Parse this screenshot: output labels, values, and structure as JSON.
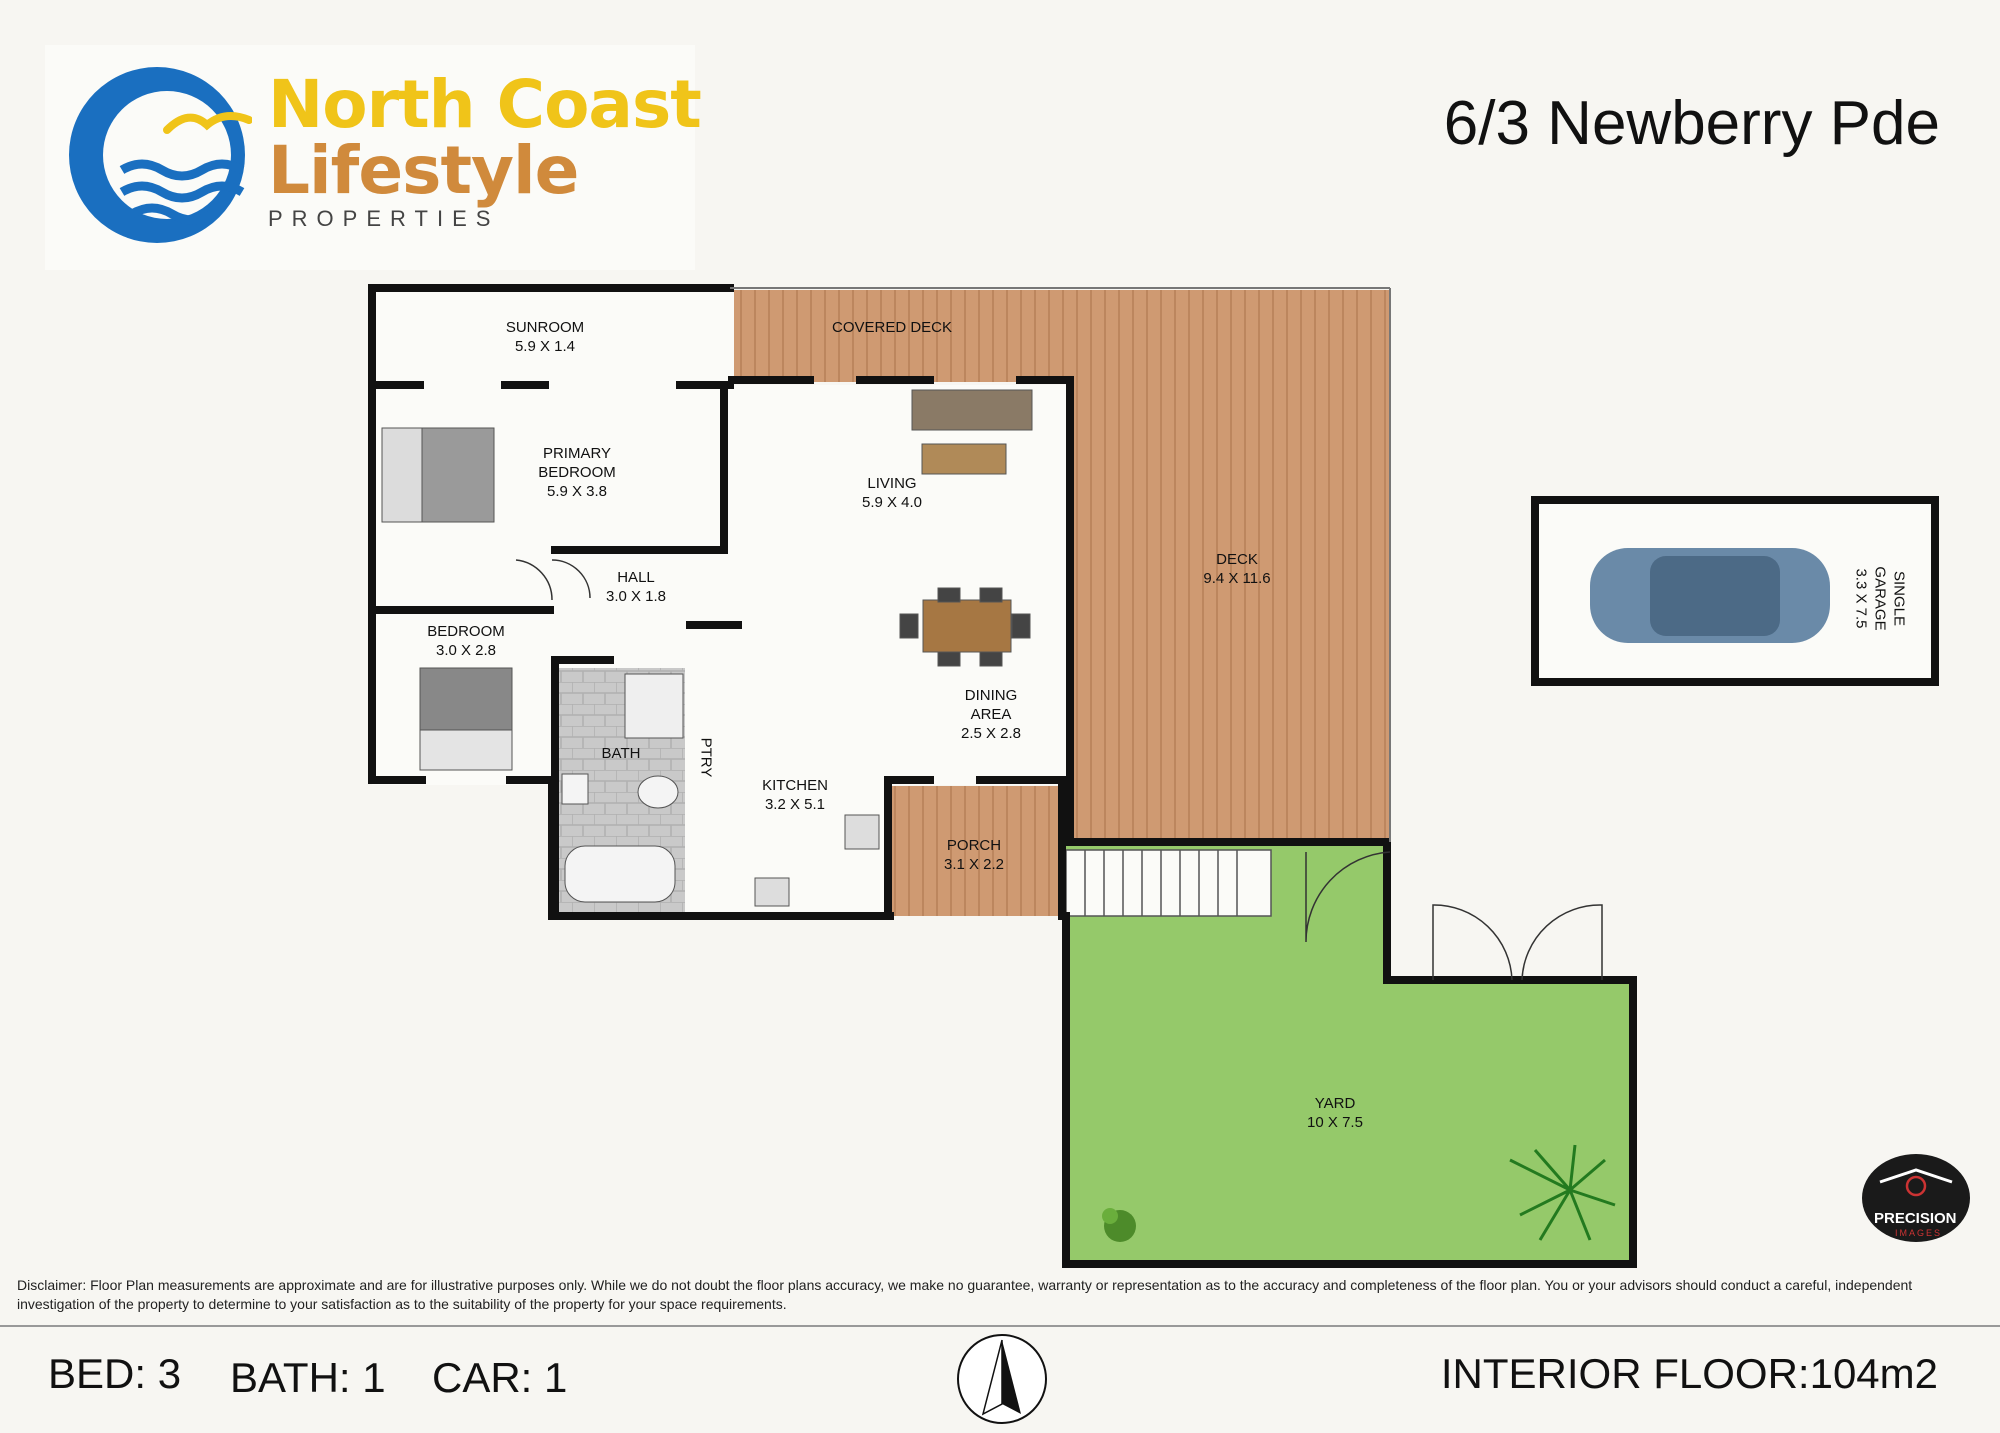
{
  "logo": {
    "name_line1": "North Coast",
    "name_line2": "Lifestyle",
    "name_line3": "PROPERTIES",
    "colors": {
      "ring_blue": "#1a6fc0",
      "yellow": "#f0c419",
      "orange": "#d08a3c"
    }
  },
  "address": "6/3 Newberry Pde",
  "rooms": [
    {
      "id": "sunroom",
      "name": "SUNROOM",
      "dims": "5.9 X 1.4"
    },
    {
      "id": "covered-deck",
      "name": "COVERED DECK",
      "dims": ""
    },
    {
      "id": "primary-bedroom",
      "name": "PRIMARY\nBEDROOM",
      "dims": "5.9 X 3.8"
    },
    {
      "id": "living",
      "name": "LIVING",
      "dims": "5.9 X 4.0"
    },
    {
      "id": "deck",
      "name": "DECK",
      "dims": "9.4 X 11.6"
    },
    {
      "id": "hall",
      "name": "HALL",
      "dims": "3.0 X 1.8"
    },
    {
      "id": "bedroom",
      "name": "BEDROOM",
      "dims": "3.0 X 2.8"
    },
    {
      "id": "bath",
      "name": "BATH",
      "dims": ""
    },
    {
      "id": "ptry",
      "name": "PTRY",
      "dims": ""
    },
    {
      "id": "kitchen",
      "name": "KITCHEN",
      "dims": "3.2 X 5.1"
    },
    {
      "id": "dining",
      "name": "DINING\nAREA",
      "dims": "2.5 X 2.8"
    },
    {
      "id": "porch",
      "name": "PORCH",
      "dims": "3.1 X 2.2"
    },
    {
      "id": "yard",
      "name": "YARD",
      "dims": "10 X 7.5"
    }
  ],
  "garage": {
    "name_line1": "SINGLE",
    "name_line2": "GARAGE",
    "dims": "3.3 X 7.5"
  },
  "colors": {
    "wall": "#111111",
    "deck": "#cf9a72",
    "yard": "#95c96a",
    "floor": "#fbfbf8",
    "tile": "#c9c9c9"
  },
  "disclaimer": "Disclaimer: Floor Plan measurements are approximate and are for illustrative purposes only. While we do not doubt the floor plans accuracy, we make no guarantee, warranty or representation as to the accuracy and completeness of the floor plan. You or your advisors should conduct a careful, independent investigation of the property to determine to your satisfaction as to the suitability of the property for your space requirements.",
  "stats": {
    "bed": "BED: 3",
    "bath": "BATH: 1",
    "car": "CAR: 1",
    "interior": "INTERIOR FLOOR:104m2"
  },
  "precision_logo": {
    "text": "PRECISION",
    "sub": "IMAGES"
  }
}
